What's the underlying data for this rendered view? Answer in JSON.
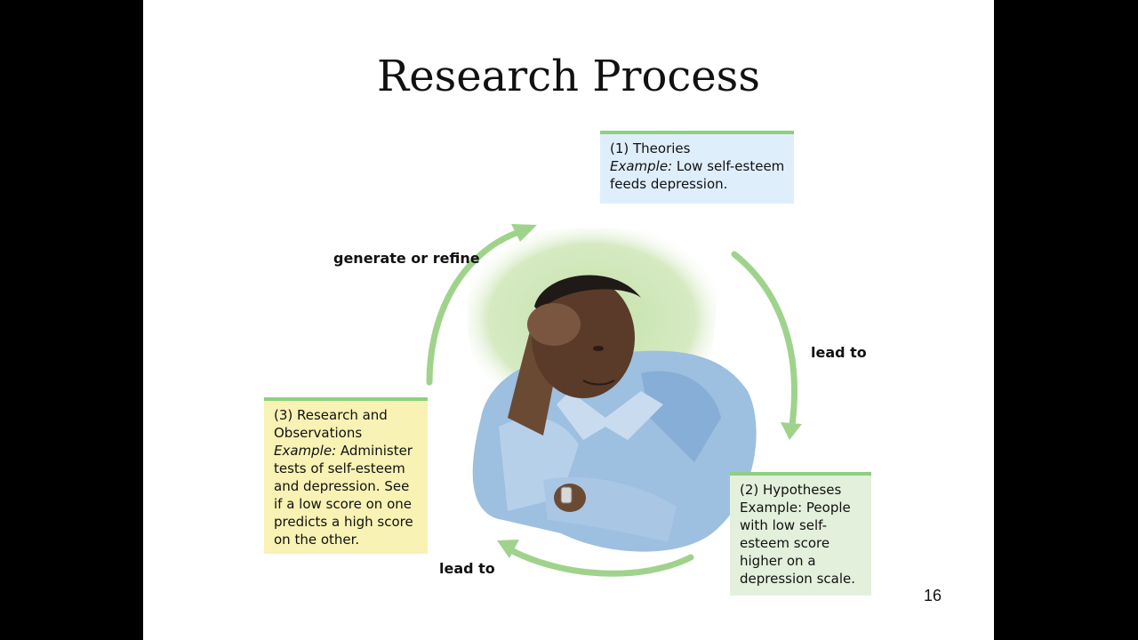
{
  "slide": {
    "title": "Research Process",
    "page_number": "16"
  },
  "boxes": {
    "theories": {
      "heading": "(1) Theories",
      "example_label": "Example:",
      "example_text": " Low self-esteem",
      "line3": "feeds depression."
    },
    "hypotheses": {
      "heading": "(2) Hypotheses",
      "lines": [
        "Example: People",
        "with low self-",
        "esteem score",
        "higher on a",
        "depression scale."
      ]
    },
    "research": {
      "heading_lines": [
        "(3) Research and",
        "Observations"
      ],
      "example_label": "Example:",
      "example_text": " Administer",
      "lines": [
        "tests of self-esteem",
        "and depression. See",
        "if a low score on one",
        "predicts a high score",
        "on the other."
      ]
    }
  },
  "arrows": {
    "generate": "generate or refine",
    "lead_to_right": "lead to",
    "lead_to_bottom": "lead to"
  },
  "illustration": {
    "subject": "man-holding-head-icon"
  },
  "colors": {
    "arrow_green": "#9fd38c",
    "theories_bg": "#dfeefb",
    "hypotheses_bg": "#e3f0dc",
    "research_bg": "#f8f2b4",
    "box_rule": "#8fcf7f"
  }
}
